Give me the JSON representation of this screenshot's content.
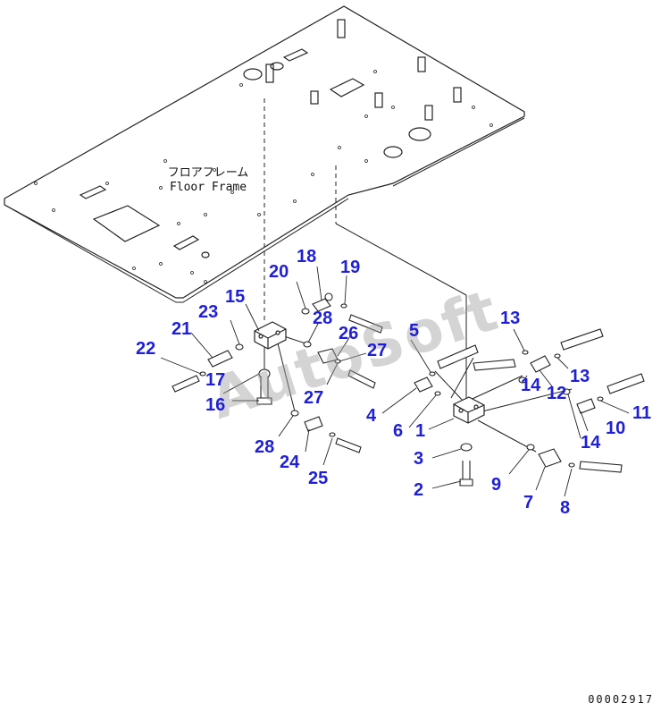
{
  "frame_label": {
    "jp": "フロアフレーム",
    "en": "Floor Frame"
  },
  "watermark": "AutoSoft",
  "drawing_number": "00002917",
  "callouts": [
    {
      "id": "c1",
      "text": "1"
    },
    {
      "id": "c2",
      "text": "2"
    },
    {
      "id": "c3",
      "text": "3"
    },
    {
      "id": "c4",
      "text": "4"
    },
    {
      "id": "c5",
      "text": "5"
    },
    {
      "id": "c6",
      "text": "6"
    },
    {
      "id": "c7",
      "text": "7"
    },
    {
      "id": "c8",
      "text": "8"
    },
    {
      "id": "c9",
      "text": "9"
    },
    {
      "id": "c10",
      "text": "10"
    },
    {
      "id": "c11",
      "text": "11"
    },
    {
      "id": "c12",
      "text": "12"
    },
    {
      "id": "c13a",
      "text": "13"
    },
    {
      "id": "c13b",
      "text": "13"
    },
    {
      "id": "c14a",
      "text": "14"
    },
    {
      "id": "c14b",
      "text": "14"
    },
    {
      "id": "c15",
      "text": "15"
    },
    {
      "id": "c16",
      "text": "16"
    },
    {
      "id": "c17",
      "text": "17"
    },
    {
      "id": "c18",
      "text": "18"
    },
    {
      "id": "c19",
      "text": "19"
    },
    {
      "id": "c20",
      "text": "20"
    },
    {
      "id": "c21",
      "text": "21"
    },
    {
      "id": "c22",
      "text": "22"
    },
    {
      "id": "c23",
      "text": "23"
    },
    {
      "id": "c24",
      "text": "24"
    },
    {
      "id": "c25",
      "text": "25"
    },
    {
      "id": "c26",
      "text": "26"
    },
    {
      "id": "c27a",
      "text": "27"
    },
    {
      "id": "c27b",
      "text": "27"
    },
    {
      "id": "c28a",
      "text": "28"
    },
    {
      "id": "c28b",
      "text": "28"
    }
  ],
  "colors": {
    "callout": "#1f1fd6",
    "line": "#222222"
  }
}
